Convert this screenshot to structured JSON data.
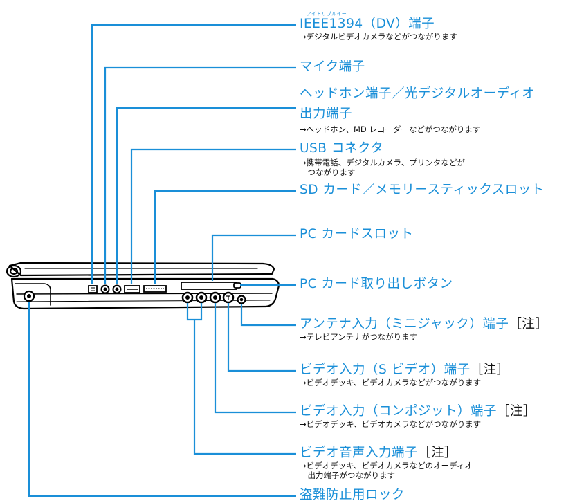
{
  "colors": {
    "accent": "#1a8fd8",
    "text": "#111111",
    "line": "#1a8fd8",
    "device": "#000000"
  },
  "callouts": {
    "ieee": {
      "ruby": "アイトリプルイー",
      "title": "IEEE1394（DV）端子",
      "desc": "→デジタルビデオカメラなどがつながります"
    },
    "mic": {
      "title": "マイク端子"
    },
    "headphone": {
      "title": "ヘッドホン端子／光デジタルオーディオ",
      "title2": "出力端子",
      "desc": "→ヘッドホン、MD レコーダーなどがつながります"
    },
    "usb": {
      "title": "USB コネクタ",
      "desc": "→携帯電話、デジタルカメラ、プリンタなどが",
      "desc2": "　つながります"
    },
    "sd": {
      "title": "SD カード／メモリースティックスロット"
    },
    "pccard": {
      "title": "PC カードスロット"
    },
    "pceject": {
      "title": "PC カード取り出しボタン"
    },
    "antenna": {
      "title": "アンテナ入力（ミニジャック）端子",
      "note": "［注］",
      "desc": "→テレビアンテナがつながります"
    },
    "svideo": {
      "title": "ビデオ入力（S ビデオ）端子",
      "note": "［注］",
      "desc": "→ビデオデッキ、ビデオカメラなどがつながります"
    },
    "composite": {
      "title": "ビデオ入力（コンポジット）端子",
      "note": "［注］",
      "desc": "→ビデオデッキ、ビデオカメラなどがつながります"
    },
    "audio": {
      "title": "ビデオ音声入力端子",
      "note": "［注］",
      "desc": "→ビデオデッキ、ビデオカメラなどのオーディオ",
      "desc2": "　出力端子がつながります"
    },
    "lock": {
      "title": "盗難防止用ロック"
    }
  }
}
